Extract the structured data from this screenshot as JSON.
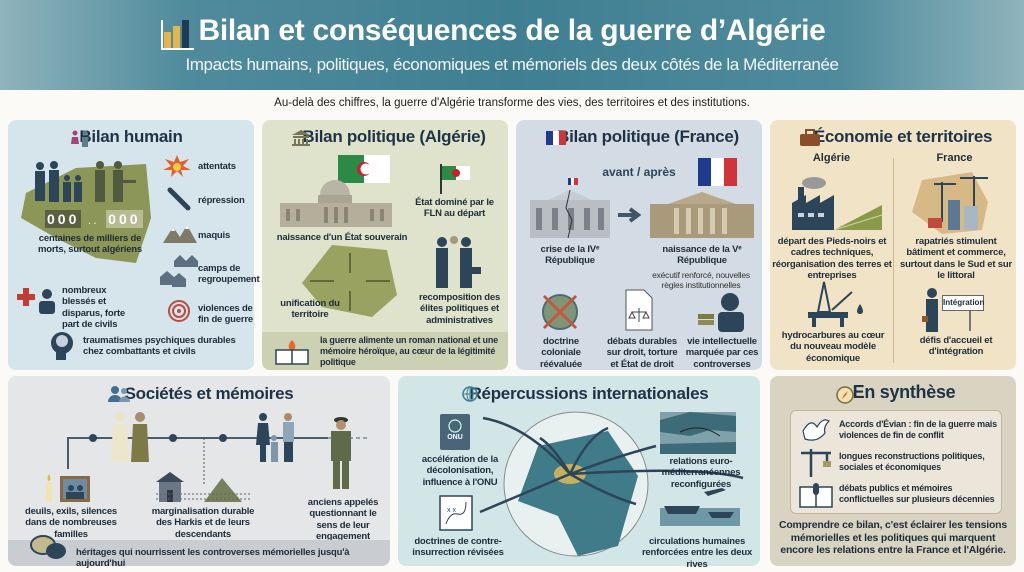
{
  "header": {
    "title": "Bilan et conséquences de la guerre d’Algérie",
    "subtitle": "Impacts humains, politiques, économiques et mémoriels des deux côtés de la Méditerranée",
    "intro": "Au-delà des chiffres, la guerre d'Algérie transforme des vies, des territoires et des institutions."
  },
  "bilan_humain": {
    "title": "Bilan humain",
    "counter_left": "000",
    "counter_sep": "..",
    "counter_right": "000",
    "deaths": "centaines de milliers de morts, surtout algériens",
    "items": [
      "attentats",
      "répression",
      "maquis",
      "camps de regroupement",
      "violences de fin de guerre"
    ],
    "wounded": "nombreux blessés et disparus, forte part de civils",
    "trauma": "traumatismes psychiques durables chez combattants et civils"
  },
  "bilan_algerie": {
    "title": "Bilan politique (Algérie)",
    "state": "naissance d'un État souverain",
    "fln": "État dominé par le FLN au départ",
    "unification": "unification du territoire",
    "elites": "recomposition des élites politiques et administratives",
    "memory": "la guerre alimente un roman national et une mémoire héroïque, au cœur de la légitimité politique"
  },
  "bilan_france": {
    "title": "Bilan politique (France)",
    "before_after": "avant / après",
    "crisis": "crise de la IVᵉ République",
    "fifth": "naissance de la Vᵉ République",
    "fifth_detail": "exécutif renforcé, nouvelles règles institutionnelles",
    "items": [
      "doctrine coloniale réévaluée",
      "débats durables sur droit, torture et État de droit",
      "vie intellectuelle marquée par ces controverses"
    ]
  },
  "economie": {
    "title": "Économie et territoires",
    "col_algeria": "Algérie",
    "col_france": "France",
    "algeria_1": "départ des Pieds-noirs et cadres techniques, réorganisation des terres et entreprises",
    "algeria_2": "hydrocarbures au cœur du nouveau modèle économique",
    "france_1": "rapatriés stimulent bâtiment et commerce, surtout dans le Sud et sur le littoral",
    "sign": "Intégration",
    "france_2": "défis d'accueil et d'intégration"
  },
  "societes": {
    "title": "Sociétés et mémoires",
    "mourning": "deuils, exils, silences dans de nombreuses familles",
    "harkis": "marginalisation durable des Harkis et de leurs descendants",
    "veterans": "anciens appelés questionnant le sens de leur engagement",
    "legacy": "héritages qui nourrissent les controverses mémorielles jusqu'à aujourd'hui"
  },
  "international": {
    "title": "Répercussions internationales",
    "onu_label": "ONU",
    "decolonisation": "accélération de la décolonisation, influence à l'ONU",
    "doctrines": "doctrines de contre-insurrection révisées",
    "euromed": "relations euro-méditerranéennes reconfigurées",
    "circulations": "circulations humaines renforcées entre les deux rives"
  },
  "synthese": {
    "title": "En synthèse",
    "items": [
      "Accords d'Évian : fin de la guerre mais violences de fin de conflit",
      "longues reconstructions politiques, sociales et économiques",
      "débats publics et mémoires conflictuelles sur plusieurs décennies"
    ],
    "conclusion": "Comprendre ce bilan, c'est éclairer les tensions mémorielles et les politiques qui marquent encore les relations entre la France et l'Algérie."
  },
  "colors": {
    "header": "#3f7f92",
    "humain_bg": "#d6e4ec",
    "algerie_bg": "#dfe3cc",
    "france_bg": "#d3dce4",
    "eco_bg": "#f1e4c6",
    "societes_bg": "#e4e6e8",
    "intl_bg": "#d2e6e8",
    "synthese_bg": "#d9d3c2",
    "navy": "#2d4559",
    "olive": "#7e8a52"
  }
}
